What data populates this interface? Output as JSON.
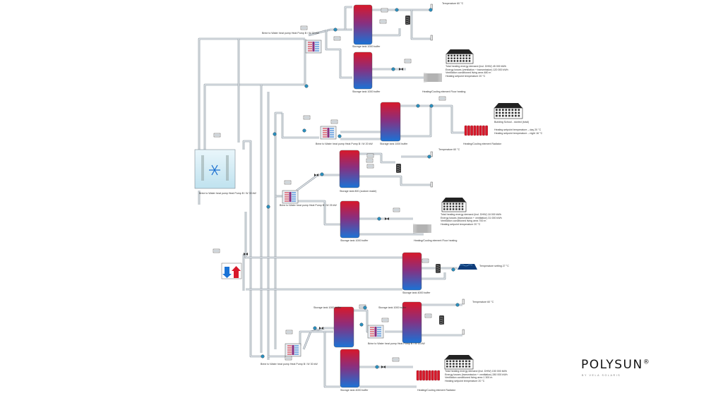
{
  "brand": {
    "name": "POLYSUN",
    "mark": "®",
    "tagline": "BY VELA SOLARIS"
  },
  "colors": {
    "pipe": "#b9c0c8",
    "pipe_edge": "#7f8a94",
    "tank_hot": "#d8182a",
    "tank_cold": "#1a73d6",
    "ground_store": "#cfe9f3",
    "pool": "#0f3d7a"
  },
  "components": {
    "hp_main": "Brine to Water heat pump Heat Pump B / W 35 kW",
    "hp_main_sub": "",
    "hp_top": "Brine to Water heat pump Heat Pump B / W 30 kW",
    "tank_top1": "Storage tank 1000 buffer",
    "tank_top2": "Storage tank 1000 buffer",
    "temp_top": "Temperature 60 °C",
    "temp_top_sub": "",
    "bld1_line1": "Total heating energy demand (incl. DHW) 45 000 kWh",
    "bld1_line2": "Energy losses (ventilation + transmission) 120 000 kWh",
    "bld1_line3": "Ventilation conditioned living area 480 m",
    "bld1_line4": "Heating setpoint temperature 20 °C",
    "floor_top": "Heating/Cooling element Floor heating",
    "hp_row2": "Brine to Water heat pump Heat Pump B / W 20 kW",
    "tank_row2": "Storage tank 1000 buffer",
    "bld2_line1": "Building School - storied (total)",
    "bld2_line2": "",
    "bld2_line3": "Heating setpoint temperature – day 20 °C",
    "bld2_line4": "Heating setpoint temperature – night 16 °C",
    "radiator_row2": "Heating/Cooling element Radiator",
    "tank_row3a": "Storage tank 800 (custom made)",
    "temp_row3": "Temperature 60 °C",
    "temp_row3_sub": "",
    "hp_row3": "Brine to Water heat pump Heat Pump B / W 25 kW",
    "tank_row3b": "Storage tank 1000 buffer",
    "bld3_line1": "Total heating energy demand (incl. DHW) 18 000 kWh",
    "bld3_line2": "Energy losses (transmission + ventilation) 31 000 kWh",
    "bld3_line3": "Ventilation conditioned living area 700 m",
    "bld3_line4": "Heating setpoint temperature 20 °C",
    "floor_row3": "Heating/Cooling element Floor heating",
    "tank_pool": "Storage tank 4000 buffer",
    "pool_label": "Temperature setting 27 °C",
    "tank_b1": "Storage tank 1000 buffer",
    "tank_b2": "Storage tank 1000 buffer",
    "hp_b1": "Brine to Water heat pump Heat Pump B / W 15 kW",
    "hp_b1_sub": "",
    "temp_b": "Temperature 60 °C",
    "temp_b_sub": "",
    "hp_b2": "Brine to Water heat pump Heat Pump B / W 30 kW",
    "hp_b2_sub": "",
    "tank_b3": "Storage tank 4000 buffer",
    "radiator_b": "Heating/Cooling element Radiator",
    "bld4_line1": "Total heating energy demand (incl. DHW) 150 000 kWh",
    "bld4_line2": "Energy losses (transmission + ventilation) 280 000 kWh",
    "bld4_line3": "Ventilation conditioned living area 1 300 m",
    "bld4_line4": "Heating setpoint temperature 20 °C"
  },
  "icons": [
    "building-icon",
    "tank-icon",
    "heat-pump-icon",
    "pump-icon",
    "valve-icon",
    "snowflake-icon",
    "heat-exchanger-icon",
    "pool-icon",
    "radiator-icon",
    "floor-heating-icon",
    "hot-cold-arrows-icon",
    "controller-icon"
  ]
}
